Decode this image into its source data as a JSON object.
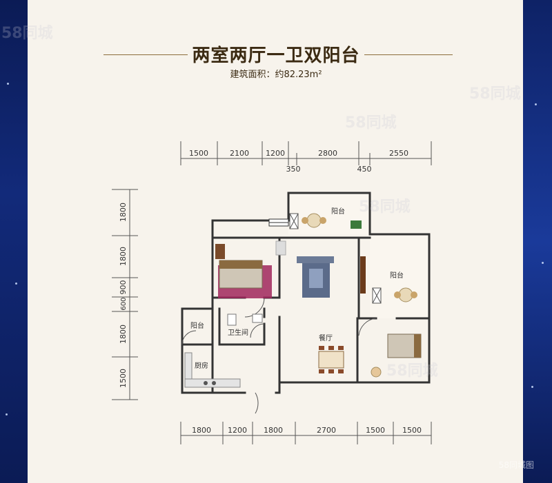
{
  "header": {
    "title": "两室两厅一卫双阳台",
    "subtitle": "建筑面积：约82.23m²"
  },
  "dimensions": {
    "top": [
      "1500",
      "2100",
      "1200",
      "2800",
      "2550"
    ],
    "top_offsets": [
      "350",
      "450"
    ],
    "bottom": [
      "1800",
      "1200",
      "1800",
      "2700",
      "1500",
      "1500"
    ],
    "left": [
      "1800",
      "1800",
      "900",
      "600",
      "1800",
      "1500"
    ]
  },
  "rooms": {
    "balcony_top": "阳台",
    "balcony_right": "阳台",
    "balcony_left": "阳台",
    "bathroom": "卫生间",
    "kitchen": "厨房",
    "dining": "餐厅"
  },
  "watermarks": [
    "58同城",
    "58同城",
    "58同城",
    "58同城",
    "58同城"
  ],
  "brand": "58同城图"
}
